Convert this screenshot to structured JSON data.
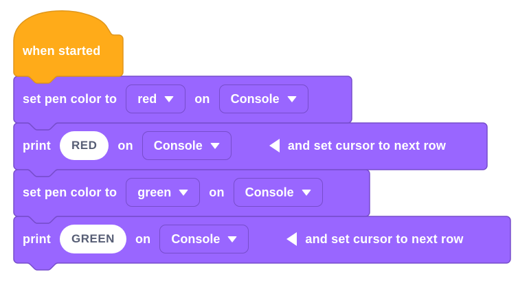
{
  "colors": {
    "block_purple": "#9966FF",
    "block_purple_border": "#774DCB",
    "hat_orange": "#FFAB19",
    "hat_orange_border": "#E0961A",
    "label_text": "#FFFFFF",
    "value_text": "#575E75",
    "value_bg": "#FFFFFF"
  },
  "icons": {
    "dropdown_caret": "down-triangle",
    "collapse_arrow": "left-triangle"
  },
  "hat": {
    "label": "when started"
  },
  "blocks": [
    {
      "type": "set-pen-color",
      "prefix": "set pen color to",
      "color_value": "red",
      "on_label": "on",
      "target_value": "Console"
    },
    {
      "type": "print",
      "prefix": "print",
      "value": "RED",
      "on_label": "on",
      "target_value": "Console",
      "collapse_label": "and set cursor to next row"
    },
    {
      "type": "set-pen-color",
      "prefix": "set pen color to",
      "color_value": "green",
      "on_label": "on",
      "target_value": "Console"
    },
    {
      "type": "print",
      "prefix": "print",
      "value": "GREEN",
      "on_label": "on",
      "target_value": "Console",
      "collapse_label": "and set cursor to next row"
    }
  ]
}
